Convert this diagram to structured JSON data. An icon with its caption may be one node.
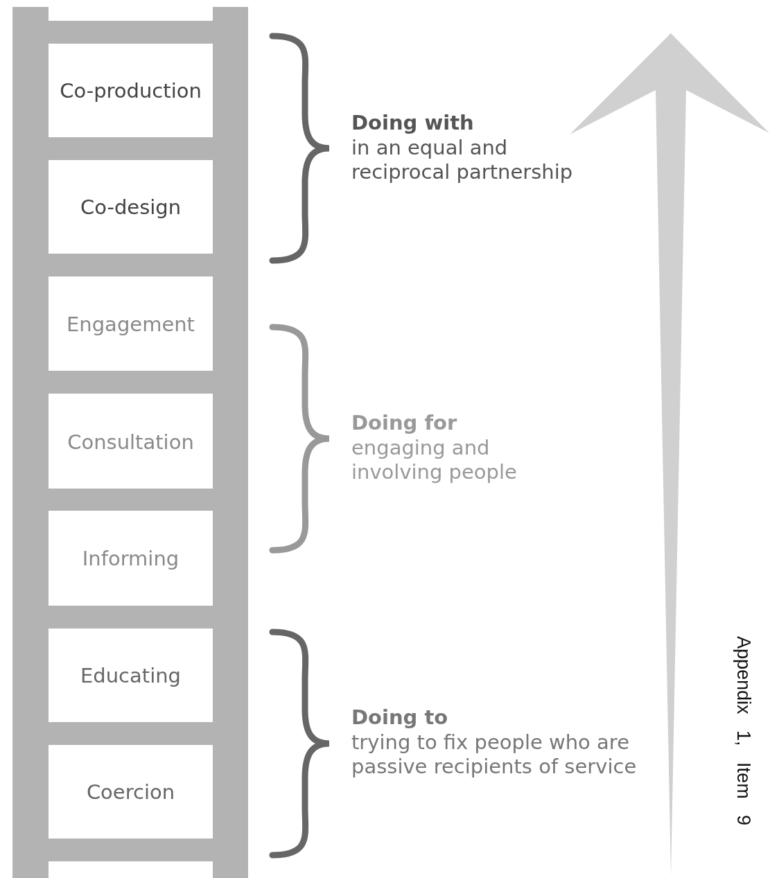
{
  "diagram": {
    "nodes": [
      {
        "text": [
          "Co-production"
        ]
      },
      {
        "text": [
          "Co-design"
        ]
      },
      {
        "text": [
          "Engagement"
        ]
      },
      {
        "text": [
          "Consultation"
        ]
      },
      {
        "text": [
          "Informing"
        ]
      },
      {
        "text": [
          "Educating"
        ]
      },
      {
        "text": [
          "Coercion"
        ]
      }
    ],
    "labels": [
      "Doing with",
      "in an equal and reciprocal partnership",
      "Doing for",
      "engaging and involving people",
      "Doing to",
      "trying to fix people who are passive recipients of service",
      "Appendix 1, Item 9"
    ]
  }
}
